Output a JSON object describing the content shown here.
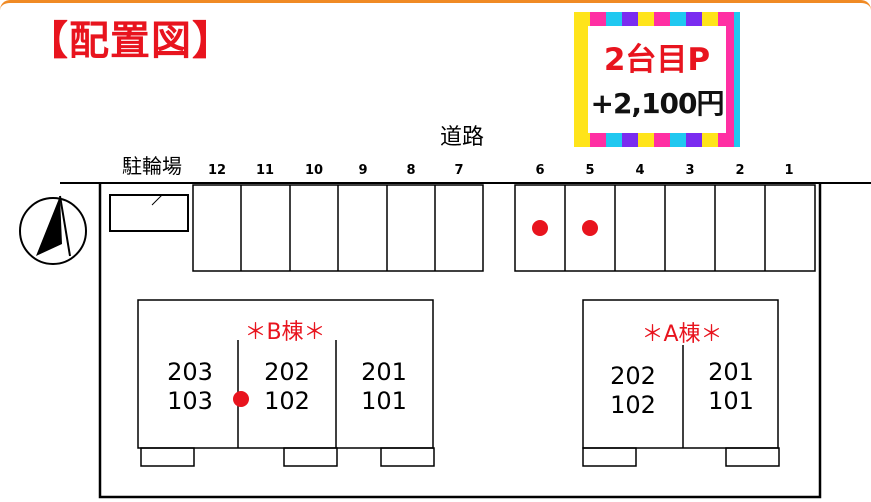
{
  "title": "【配置図】",
  "badge": {
    "line1": "2台目P",
    "line2": "+2,100円"
  },
  "road_label": "道路",
  "bicycle_label": "駐輪場",
  "parking_numbers": [
    "12",
    "11",
    "10",
    "9",
    "8",
    "7",
    "6",
    "5",
    "4",
    "3",
    "2",
    "1"
  ],
  "buildings": {
    "b": {
      "label": "＊B棟＊",
      "units": [
        {
          "upper": "203",
          "lower": "103"
        },
        {
          "upper": "202",
          "lower": "102"
        },
        {
          "upper": "201",
          "lower": "101"
        }
      ]
    },
    "a": {
      "label": "＊A棟＊",
      "units": [
        {
          "upper": "202",
          "lower": "102"
        },
        {
          "upper": "201",
          "lower": "101"
        }
      ]
    }
  },
  "marker_color": "#e8141e",
  "marked_parking": [
    "6",
    "5"
  ],
  "marked_unit": "B棟 102"
}
